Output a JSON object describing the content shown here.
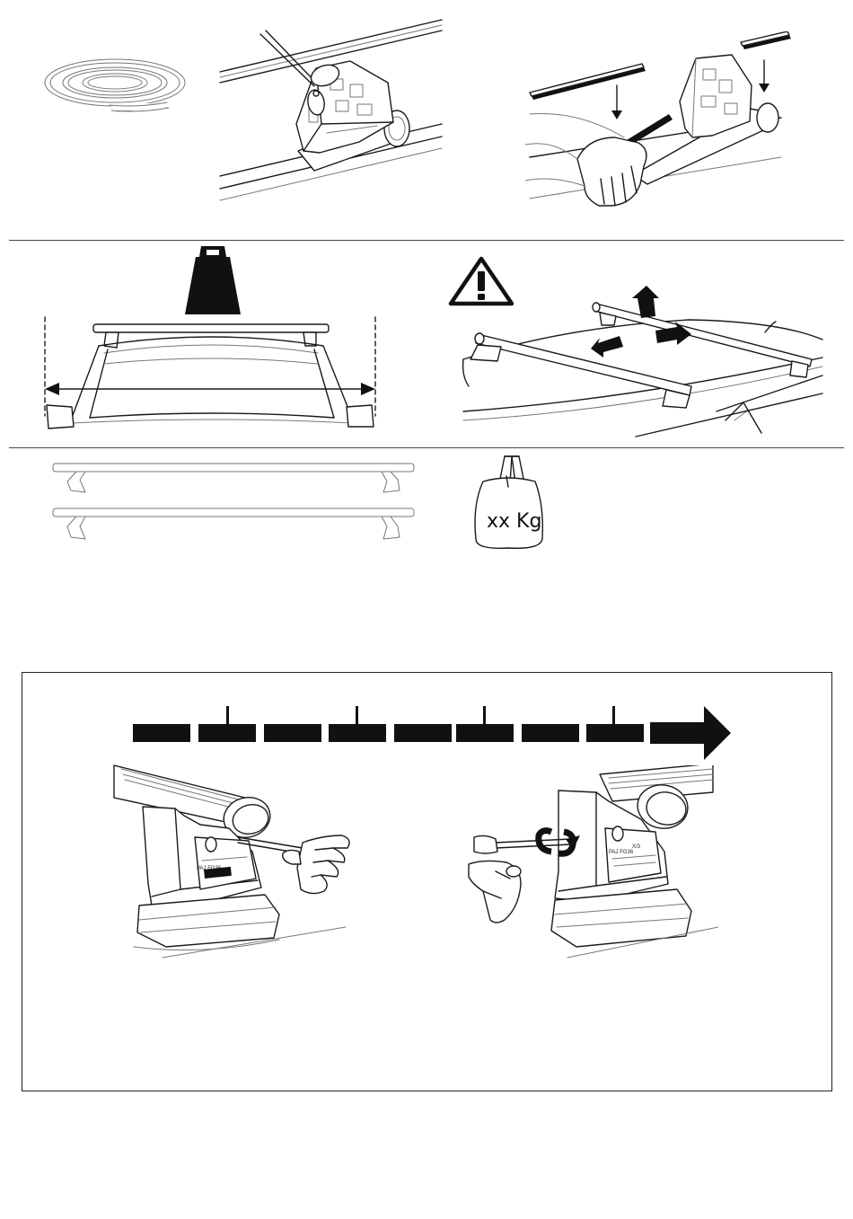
{
  "page": {
    "background": "#ffffff",
    "ink": "#1a1a1a"
  },
  "figures": {
    "bag": {
      "label": "xx Kg"
    },
    "foot_label_left": "PAJ FG36",
    "foot_label_right": "PAJ FG36",
    "foot_code_right": "X/3"
  },
  "icons": {
    "strip_coil": "coiled-rubber-strip-icon",
    "weight": "weight-icon",
    "warning": "warning-triangle-icon",
    "bag": "load-bag-icon",
    "timeline_arrow": "progress-arrow-icon",
    "rotate": "rotate-arrow-icon"
  }
}
